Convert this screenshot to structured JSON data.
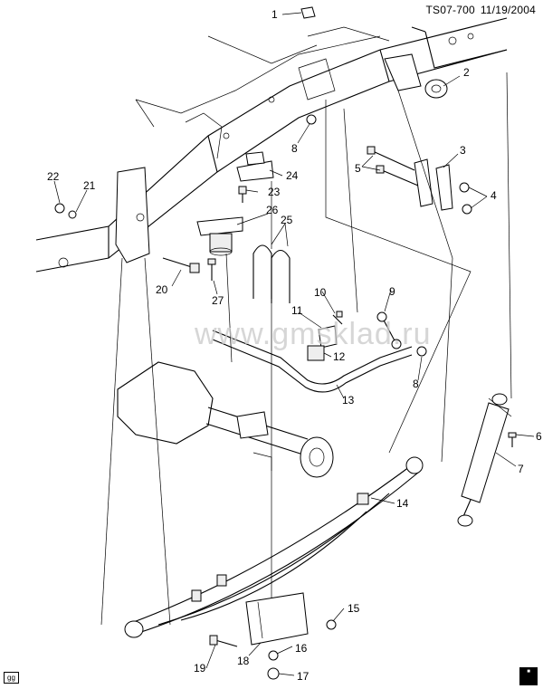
{
  "header": {
    "drawing_id": "TS07-700",
    "date": "11/19/2004"
  },
  "watermark": "www.gmsklad.ru",
  "corner_tag": "gg",
  "spec_icon": "spec-book-icon",
  "callouts": [
    {
      "id": "c1",
      "label": "1"
    },
    {
      "id": "c2",
      "label": "2"
    },
    {
      "id": "c3",
      "label": "3"
    },
    {
      "id": "c4",
      "label": "4"
    },
    {
      "id": "c5",
      "label": "5"
    },
    {
      "id": "c6",
      "label": "6"
    },
    {
      "id": "c7",
      "label": "7"
    },
    {
      "id": "c8a",
      "label": "8"
    },
    {
      "id": "c8b",
      "label": "8"
    },
    {
      "id": "c9",
      "label": "9"
    },
    {
      "id": "c10",
      "label": "10"
    },
    {
      "id": "c11",
      "label": "11"
    },
    {
      "id": "c12",
      "label": "12"
    },
    {
      "id": "c13",
      "label": "13"
    },
    {
      "id": "c14",
      "label": "14"
    },
    {
      "id": "c15",
      "label": "15"
    },
    {
      "id": "c16",
      "label": "16"
    },
    {
      "id": "c17",
      "label": "17"
    },
    {
      "id": "c18",
      "label": "18"
    },
    {
      "id": "c19",
      "label": "19"
    },
    {
      "id": "c20",
      "label": "20"
    },
    {
      "id": "c21",
      "label": "21"
    },
    {
      "id": "c22",
      "label": "22"
    },
    {
      "id": "c23",
      "label": "23"
    },
    {
      "id": "c24",
      "label": "24"
    },
    {
      "id": "c25",
      "label": "25"
    },
    {
      "id": "c26",
      "label": "26"
    },
    {
      "id": "c27",
      "label": "27"
    }
  ]
}
